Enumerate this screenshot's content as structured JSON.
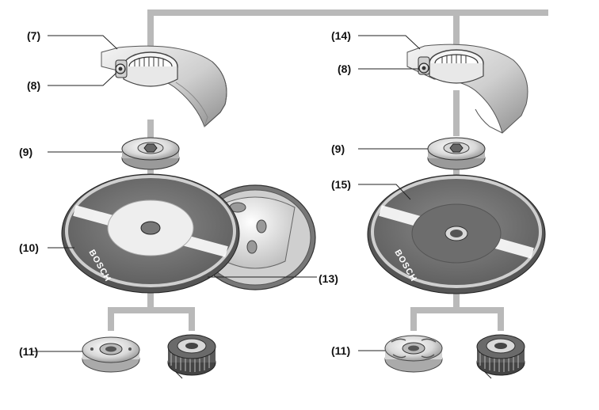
{
  "labels": {
    "left_guard": "(7)",
    "left_clamp": "(8)",
    "left_flange": "(9)",
    "left_disc": "(10)",
    "left_nut": "(11)",
    "cup_wheel": "(13)",
    "right_guard": "(14)",
    "right_clamp": "(8)",
    "right_flange": "(9)",
    "right_disc": "(15)",
    "right_nut": "(11)"
  },
  "brand": {
    "left_disc": "BOSCH",
    "right_disc": "BOSCH"
  },
  "colors": {
    "connector": "#b9b9b9",
    "metal_light": "#e6e6e6",
    "metal_dark": "#8a8a8a",
    "disc_dark": "#6f6f6f"
  }
}
